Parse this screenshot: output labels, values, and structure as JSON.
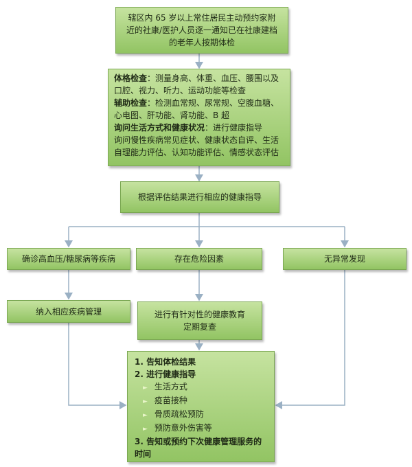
{
  "colors": {
    "box_fill_top": "#c6e3a0",
    "box_fill_bottom": "#92c463",
    "connector": "#9ab0c4"
  },
  "box1": {
    "lines": [
      "辖区内 65 岁以上常住居民主动预约家附",
      "近的社康/医护人员逐一通知已在社康建档",
      "的老年人按期体检"
    ]
  },
  "box2": {
    "physical_label": "体格检查",
    "physical_text_1": "：测量身高、体重、血压、腰围以及",
    "physical_text_2": "口腔、视力、听力、运动功能等检查",
    "aux_label": "辅助检查",
    "aux_text_1": "：检测血常规、尿常规、空腹血糖、",
    "aux_text_2": "心电图、肝功能、肾功能、B 超",
    "lifestyle_label": "询问生活方式和健康状况",
    "lifestyle_text_1": "：进行健康指导",
    "lifestyle_text_2": "询问慢性疾病常见症状、健康状态自评、生活",
    "lifestyle_text_3": "自理能力评估、认知功能评估、情感状态评估"
  },
  "box3": {
    "text": "根据评估结果进行相应的健康指导"
  },
  "branch_left": {
    "text": "确诊高血压/糖尿病等疾病"
  },
  "branch_mid": {
    "text": "存在危险因素"
  },
  "branch_right": {
    "text": "无异常发现"
  },
  "left_action": {
    "text": "纳入相应疾病管理"
  },
  "mid_action": {
    "line1": "进行有针对性的健康教育",
    "line2": "定期复查"
  },
  "final": {
    "item1": "1. 告知体检结果",
    "item2": "2. 进行健康指导",
    "subitems": [
      "生活方式",
      "疫苗接种",
      "骨质疏松预防",
      "预防意外伤害等"
    ],
    "item3_line1": "3. 告知或预约下次健康管理服务的",
    "item3_line2": "时间"
  }
}
